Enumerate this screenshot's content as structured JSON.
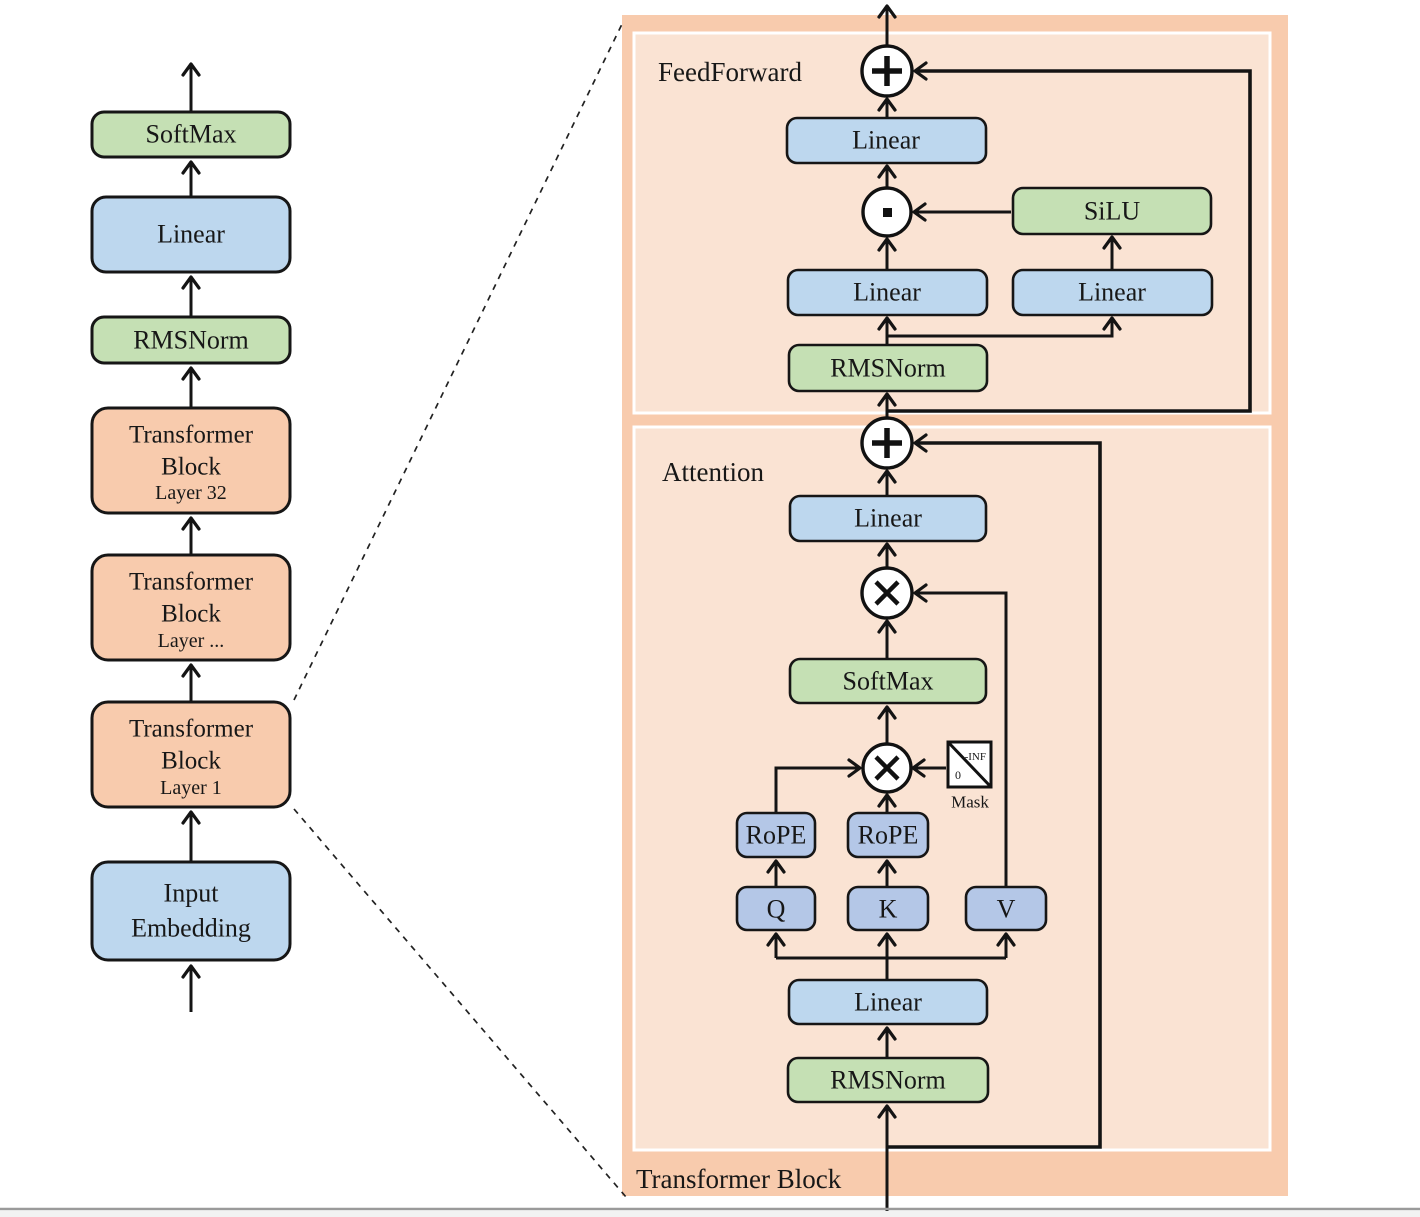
{
  "colors": {
    "green": "#c5e0b4",
    "blue": "#bdd7ee",
    "blue_dark": "#b4c7e7",
    "orange": "#f8cbad",
    "panel_outer": "#f8cbad",
    "panel_inner": "#fae3d3",
    "line": "#141414"
  },
  "left_stack": {
    "softmax": "SoftMax",
    "linear": "Linear",
    "rmsnorm": "RMSNorm",
    "blocks": [
      {
        "line1": "Transformer",
        "line2": "Block",
        "layer": "Layer 32"
      },
      {
        "line1": "Transformer",
        "line2": "Block",
        "layer": "Layer ..."
      },
      {
        "line1": "Transformer",
        "line2": "Block",
        "layer": "Layer 1"
      }
    ],
    "input_line1": "Input",
    "input_line2": "Embedding"
  },
  "block_detail": {
    "section_feedforward": "FeedForward",
    "section_attention": "Attention",
    "block_label": "Transformer Block",
    "ff": {
      "linear_out": "Linear",
      "silu": "SiLU",
      "linear_gate": "Linear",
      "linear_up": "Linear",
      "rmsnorm": "RMSNorm"
    },
    "attention": {
      "linear_out": "Linear",
      "softmax": "SoftMax",
      "rope_q": "RoPE",
      "rope_k": "RoPE",
      "q": "Q",
      "k": "K",
      "v": "V",
      "linear_in": "Linear",
      "rmsnorm": "RMSNorm"
    },
    "mask": {
      "label": "Mask",
      "zero": "0",
      "neg_inf": "-INF"
    },
    "operators": {
      "add": "+",
      "multiply": "×",
      "dot": "·"
    }
  }
}
